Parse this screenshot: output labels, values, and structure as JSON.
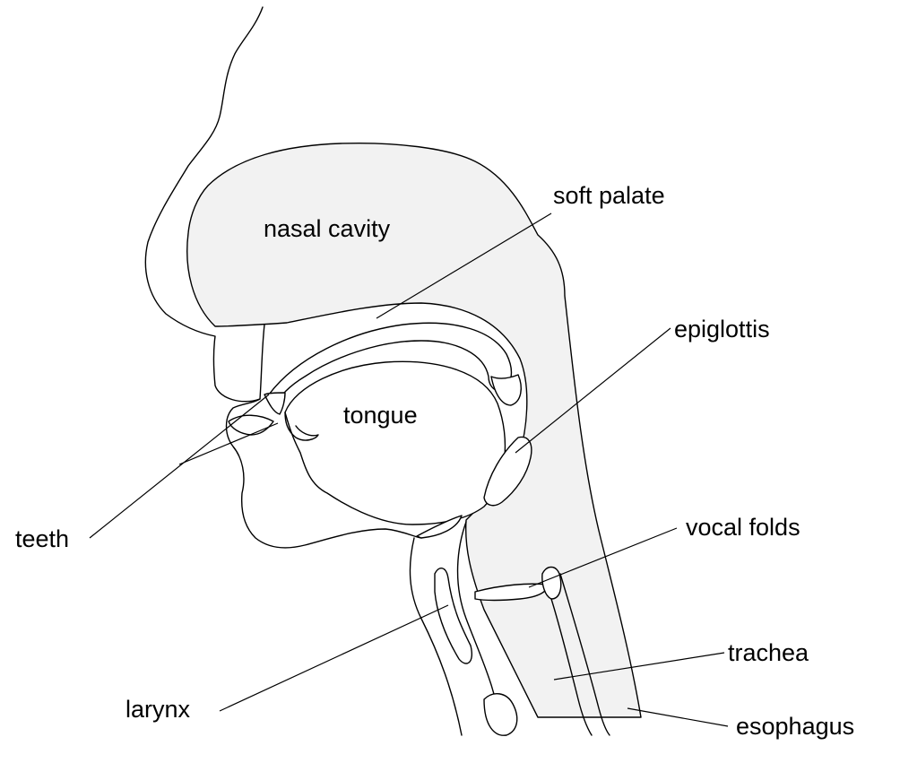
{
  "labels": {
    "nasal_cavity": "nasal cavity",
    "soft_palate": "soft palate",
    "epiglottis": "epiglottis",
    "tongue": "tongue",
    "teeth": "teeth",
    "vocal_folds": "vocal folds",
    "trachea": "trachea",
    "larynx": "larynx",
    "esophagus": "esophagus"
  },
  "colors": {
    "fill": "#f2f2f2",
    "stroke": "#000000",
    "background": "#ffffff"
  }
}
